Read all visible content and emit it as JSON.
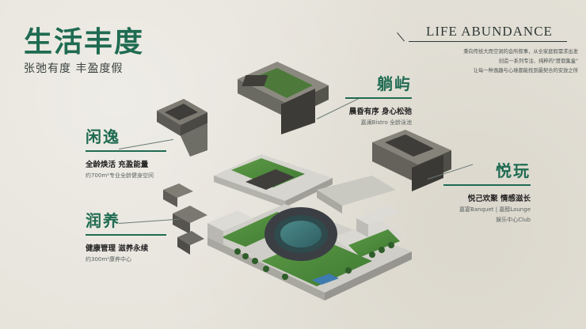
{
  "header": {
    "title": "生活丰度",
    "subtitle": "张弛有度 丰盈度假",
    "english_title": "LIFE ABUNDANCE",
    "intro_lines": [
      "秉向传统大而空洞的会所叙事，从全家庭假需求出发",
      "创造一系列专注、纯粹的\"度假集盒\"",
      "让每一种逸趣与心境都能找到最契合的安放之所"
    ]
  },
  "zones": {
    "xianyi": {
      "title": "闲逸",
      "main": "全龄焕活 充盈能量",
      "sub": "约700m²专业全龄健身空间"
    },
    "runyang": {
      "title": "润养",
      "main": "健康管理 滋养永续",
      "sub": "约300m²康养中心"
    },
    "tangyu": {
      "title": "躺屿",
      "main": "晨昏有序 身心松弛",
      "sub": "嘉澜Bistro 全龄泳池"
    },
    "yuewan": {
      "title": "悦玩",
      "main": "悦己欢聚 情感滋长",
      "sub1": "嘉宴Banquet | 嘉醇Lounge",
      "sub2": "娱乐中心Club"
    }
  },
  "colors": {
    "accent": "#1f6b52",
    "background": "#e5e2d9",
    "text": "#2f3a36",
    "lawn": "#4f8a3c",
    "pool": "#3e6f72",
    "track": "#3b3f44",
    "roof": "#d7d7d2"
  }
}
